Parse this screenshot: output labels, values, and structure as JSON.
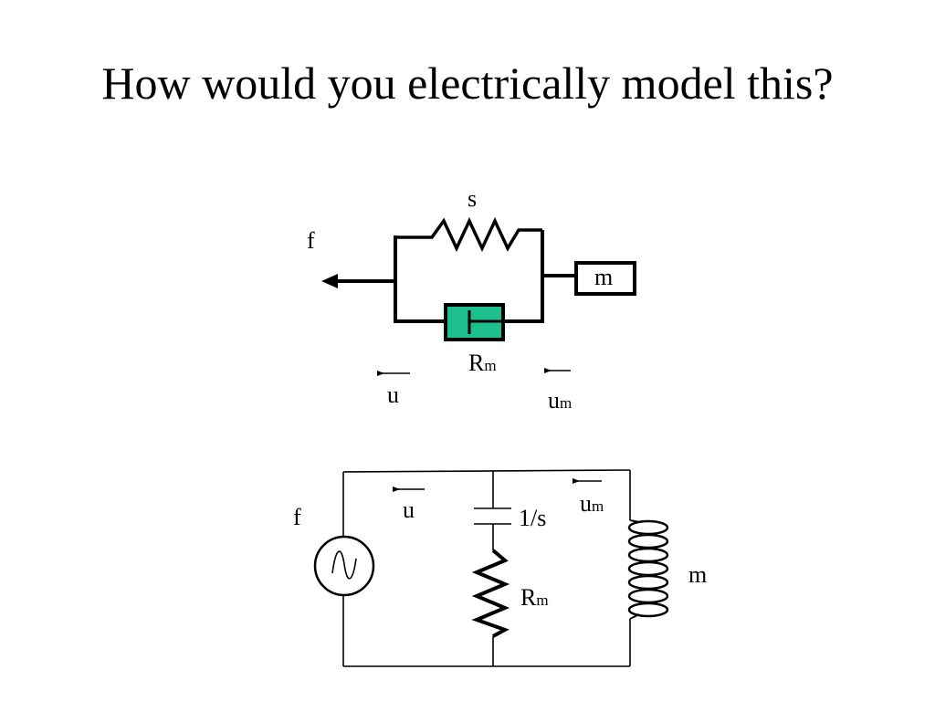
{
  "slide": {
    "title": "How would you electrically model this?"
  },
  "mechanical": {
    "force_label": "f",
    "spring_label": "s",
    "mass_label": "m",
    "damper_label": "R",
    "damper_label_sub": "m",
    "velocity_left_label": "u",
    "velocity_right_label": "u",
    "velocity_right_sub": "m",
    "damper_fill_color": "#1DBF8E"
  },
  "electrical": {
    "source_label": "f",
    "current_left_label": "u",
    "capacitor_label": "1/s",
    "resistor_label": "R",
    "resistor_label_sub": "m",
    "current_right_label": "u",
    "current_right_sub": "m",
    "inductor_label": "m"
  }
}
